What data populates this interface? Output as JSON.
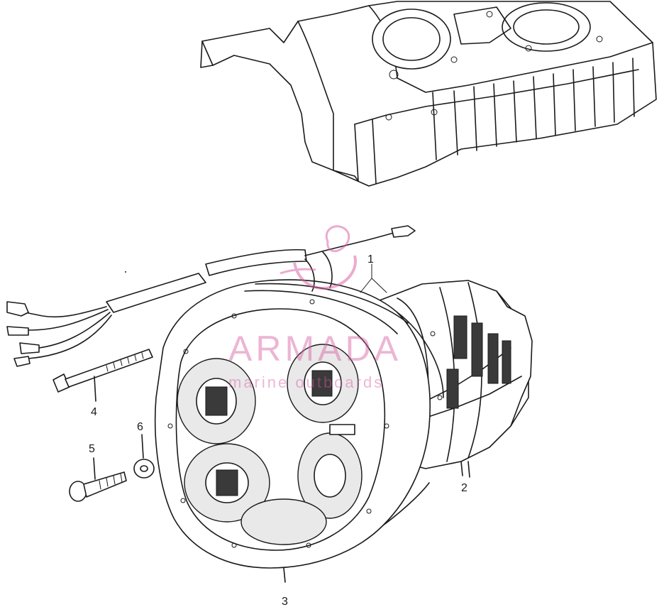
{
  "callouts": [
    {
      "id": "1",
      "label": "1"
    },
    {
      "id": "2",
      "label": "2"
    },
    {
      "id": "3",
      "label": "3"
    },
    {
      "id": "4",
      "label": "4"
    },
    {
      "id": "5",
      "label": "5"
    },
    {
      "id": "6",
      "label": "6"
    }
  ],
  "watermark": {
    "title": "ARMADA",
    "subtitle": "marine outboards",
    "color": "#d85aa0"
  },
  "parts": [
    {
      "name": "engine-block-crankcase-icon"
    },
    {
      "name": "stator-coil-assembly-icon"
    },
    {
      "name": "flywheel-rotor-icon"
    },
    {
      "name": "wire-harness-icon"
    },
    {
      "name": "long-bolt-icon"
    },
    {
      "name": "short-bolt-icon"
    },
    {
      "name": "washer-icon"
    }
  ]
}
